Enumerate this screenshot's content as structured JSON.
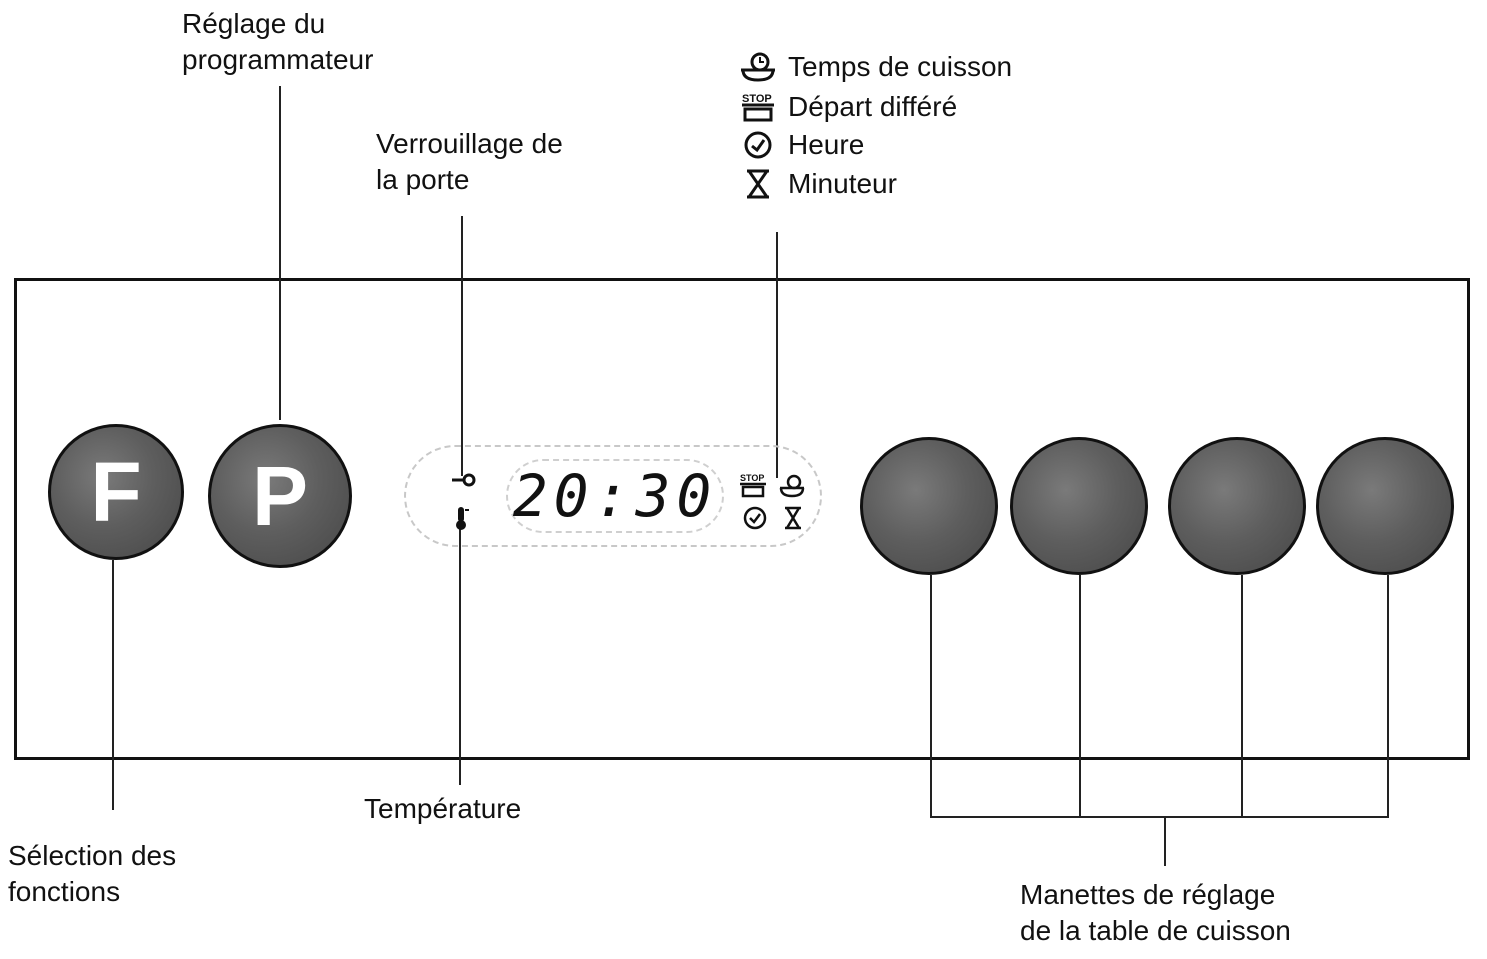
{
  "labels": {
    "reglage_programmateur_line1": "Réglage du",
    "reglage_programmateur_line2": "programmateur",
    "verrouillage_line1": "Verrouillage de",
    "verrouillage_line2": "la porte",
    "temperature": "Température",
    "selection_line1": "Sélection des",
    "selection_line2": "fonctions",
    "manettes_line1": "Manettes de réglage",
    "manettes_line2": "de la table de cuisson"
  },
  "legend": [
    {
      "icon": "cooking-time-icon",
      "text": "Temps de cuisson"
    },
    {
      "icon": "stop-pot-icon",
      "text": "Départ différé"
    },
    {
      "icon": "clock-icon",
      "text": "Heure"
    },
    {
      "icon": "hourglass-icon",
      "text": "Minuteur"
    }
  ],
  "buttons": {
    "function": "F",
    "programmer": "P"
  },
  "display": {
    "time": "20:30",
    "stop_text": "STOP"
  },
  "knob_count": 4
}
